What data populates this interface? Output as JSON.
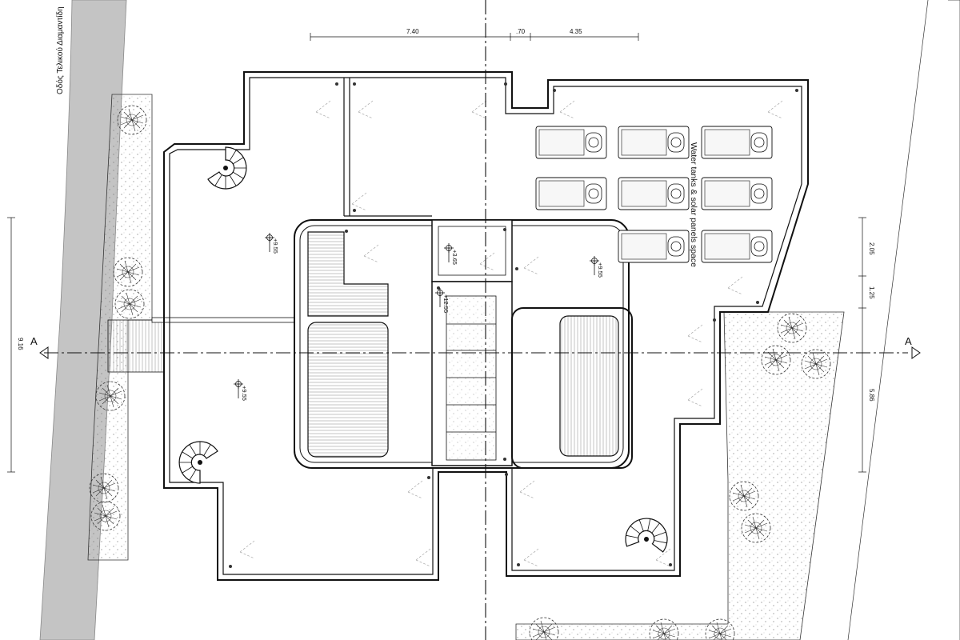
{
  "street_label": "Οδός Τελικού Διαμαντίδη",
  "dimensions": {
    "top": [
      "7.40",
      ".70",
      "4.35"
    ],
    "left": "9.16",
    "right": [
      "2.05",
      "1.25",
      "5.86"
    ]
  },
  "section_marks": {
    "left": "A",
    "right": "A"
  },
  "levels": {
    "roof_left_top": "+9.55",
    "roof_left_bottom": "+9.55",
    "roof_right": "+9.55",
    "core_upper": "+3.65",
    "core_lower": "+12.55"
  },
  "zone_label": "Water tanks & solar panels space",
  "colors": {
    "line": "#111111",
    "grey_road": "#bdbdbd",
    "paper": "#ffffff"
  }
}
